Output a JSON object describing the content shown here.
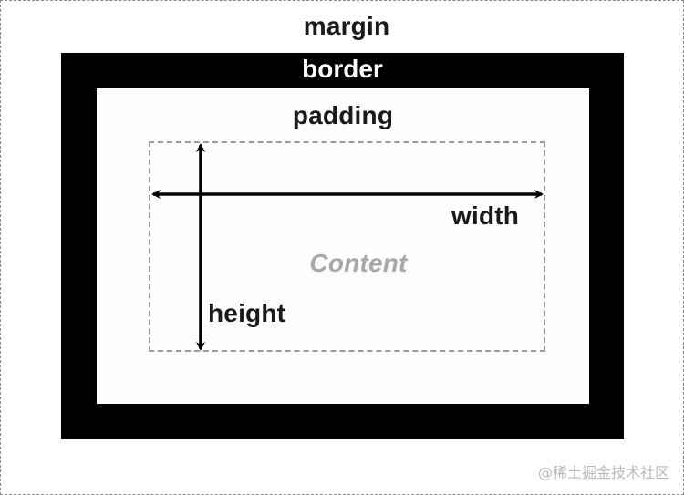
{
  "labels": {
    "margin": "margin",
    "border": "border",
    "padding": "padding",
    "content": "Content",
    "width": "width",
    "height": "height"
  },
  "watermark": "@稀土掘金技术社区",
  "colors": {
    "border_fill": "#000000",
    "content_text": "#a8a8a8",
    "dashed_line": "#9a9a9a",
    "arrow": "#000000"
  }
}
